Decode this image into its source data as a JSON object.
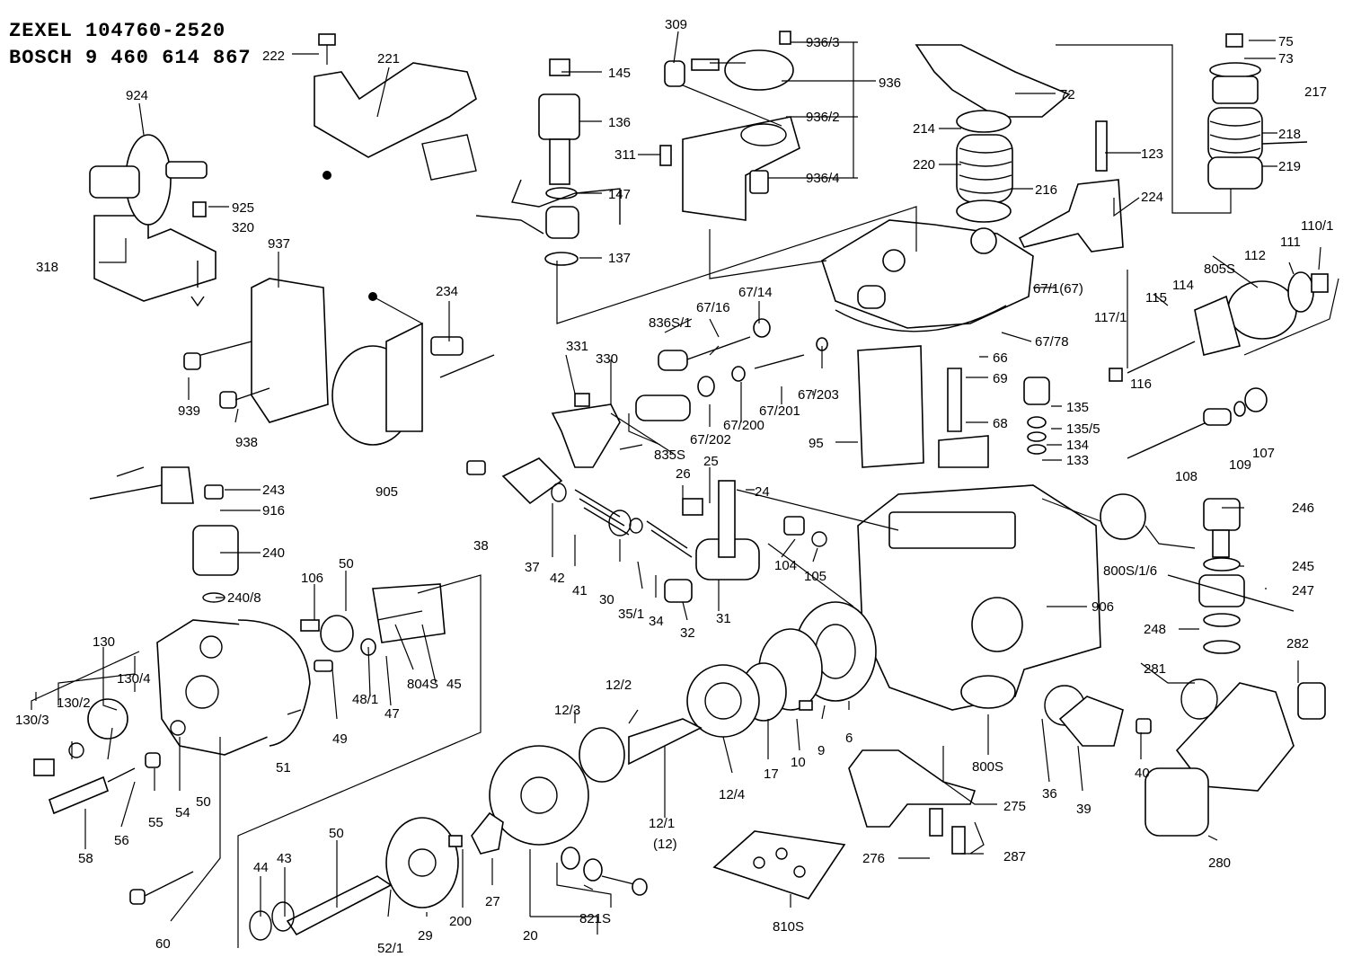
{
  "header": {
    "line1_brand": "ZEXEL",
    "line1_number": "104760-2520",
    "line2_brand": "BOSCH",
    "line2_number": "9 460 614 867"
  },
  "parts": [
    "222",
    "221",
    "309",
    "936/3",
    "936",
    "936/2",
    "311",
    "936/4",
    "145",
    "136",
    "147",
    "137",
    "924",
    "925",
    "320",
    "318",
    "937",
    "234",
    "939",
    "938",
    "72",
    "214",
    "220",
    "216",
    "123",
    "224",
    "75",
    "73",
    "217",
    "218",
    "219",
    "110/1",
    "111",
    "112",
    "805S",
    "115",
    "114",
    "117/1",
    "116",
    "67/1(67)",
    "67/78",
    "67/14",
    "67/16",
    "836S/1",
    "66",
    "69",
    "135",
    "135/5",
    "134",
    "133",
    "68",
    "95",
    "331",
    "330",
    "835S",
    "67/202",
    "67/200",
    "67/201",
    "67/203",
    "26",
    "25",
    "24",
    "104",
    "105",
    "107",
    "109",
    "108",
    "800S/1/6",
    "246",
    "245",
    "247",
    "248",
    "906",
    "281",
    "282",
    "243",
    "916",
    "905",
    "240",
    "240/8",
    "38",
    "106",
    "50",
    "45",
    "804S",
    "47",
    "48/1",
    "49",
    "37",
    "42",
    "41",
    "30",
    "35/1",
    "34",
    "32",
    "31",
    "130",
    "130/4",
    "130/2",
    "130/3",
    "51",
    "54",
    "55",
    "56",
    "58",
    "50",
    "12/2",
    "12/3",
    "12/1",
    "(12)",
    "12/4",
    "17",
    "10",
    "9",
    "6",
    "800S",
    "36",
    "39",
    "40",
    "275",
    "276",
    "287",
    "280",
    "60",
    "44",
    "43",
    "50",
    "52/1",
    "29",
    "200",
    "27",
    "20",
    "821S",
    "810S"
  ]
}
